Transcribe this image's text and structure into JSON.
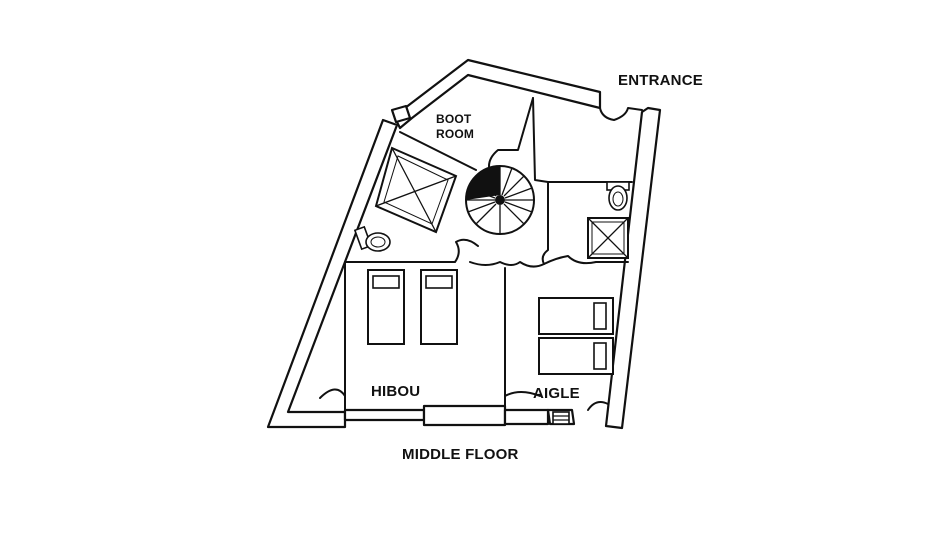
{
  "plan": {
    "entrance_label": "ENTRANCE",
    "boot_room_label_line1": "BOOT",
    "boot_room_label_line2": "ROOM",
    "room_hibou_label": "HIBOU",
    "room_aigle_label": "AIGLE",
    "floor_label": "MIDDLE FLOOR"
  },
  "colors": {
    "line": "#111111",
    "background": "#ffffff"
  }
}
